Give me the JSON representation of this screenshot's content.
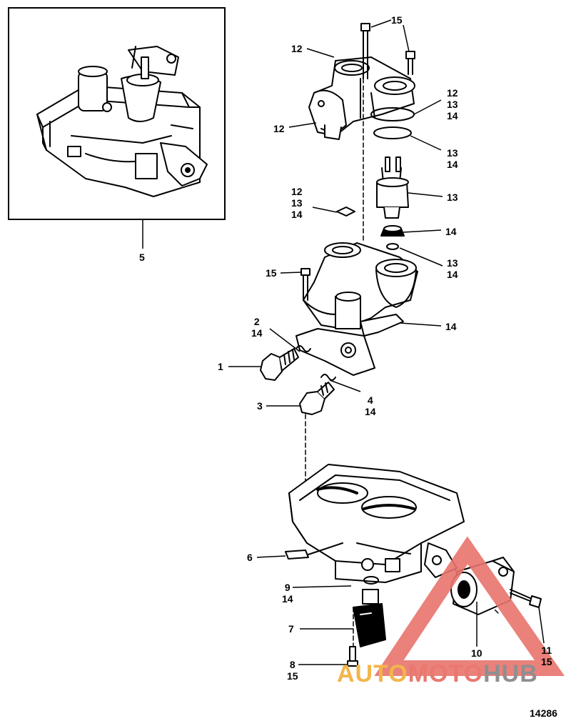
{
  "diagram": {
    "figure_number": "14286",
    "callouts": [
      {
        "id": "c15-top",
        "lines": [
          "15"
        ]
      },
      {
        "id": "c12-top",
        "lines": [
          "12"
        ]
      },
      {
        "id": "c12-mid",
        "lines": [
          "12"
        ]
      },
      {
        "id": "c12-13-14-right",
        "lines": [
          "12",
          "13",
          "14"
        ]
      },
      {
        "id": "c13-14-upper",
        "lines": [
          "13",
          "14"
        ]
      },
      {
        "id": "c13-sensor",
        "lines": [
          "13"
        ]
      },
      {
        "id": "c12-13-14-left",
        "lines": [
          "12",
          "13",
          "14"
        ]
      },
      {
        "id": "c14-nut",
        "lines": [
          "14"
        ]
      },
      {
        "id": "c13-14-lower",
        "lines": [
          "13",
          "14"
        ]
      },
      {
        "id": "c5",
        "lines": [
          "5"
        ]
      },
      {
        "id": "c15-left",
        "lines": [
          "15"
        ]
      },
      {
        "id": "c2-14",
        "lines": [
          "2",
          "14"
        ]
      },
      {
        "id": "c14-gasket",
        "lines": [
          "14"
        ]
      },
      {
        "id": "c1",
        "lines": [
          "1"
        ]
      },
      {
        "id": "c4-14",
        "lines": [
          "4",
          "14"
        ]
      },
      {
        "id": "c3",
        "lines": [
          "3"
        ]
      },
      {
        "id": "c6",
        "lines": [
          "6"
        ]
      },
      {
        "id": "c9-14",
        "lines": [
          "9",
          "14"
        ]
      },
      {
        "id": "c7",
        "lines": [
          "7"
        ]
      },
      {
        "id": "c8-15",
        "lines": [
          "8",
          "15"
        ]
      },
      {
        "id": "c10",
        "lines": [
          "10"
        ]
      },
      {
        "id": "c11-15",
        "lines": [
          "11",
          "15"
        ]
      }
    ]
  },
  "watermark": {
    "part1": "AUTO",
    "part2": "MOTO",
    "part3": "HUB",
    "triangle_color": "#e8736b",
    "auto_color": "#f2b54b",
    "moto_color": "#e9786f",
    "hub_color": "#8f8f8f"
  }
}
